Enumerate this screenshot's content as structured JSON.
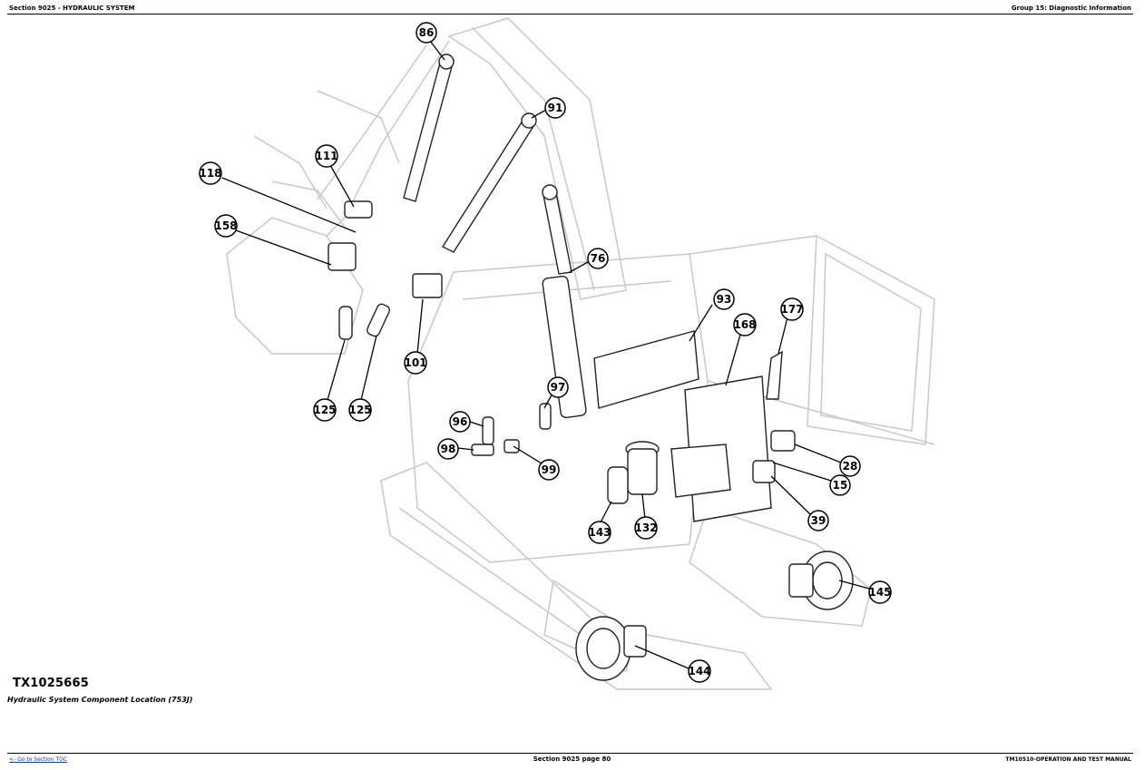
{
  "header": {
    "left": "Section 9025 - HYDRAULIC SYSTEM",
    "right": "Group 15: Diagnostic Information"
  },
  "figure": {
    "id": "TX1025665",
    "caption": "Hydraulic System Component Location (753J)",
    "callouts": [
      "86",
      "91",
      "111",
      "118",
      "158",
      "76",
      "93",
      "168",
      "177",
      "101",
      "125",
      "125",
      "97",
      "96",
      "98",
      "99",
      "28",
      "15",
      "39",
      "143",
      "132",
      "145",
      "144"
    ]
  },
  "footer": {
    "link": "<- Go to Section TOC",
    "center": "Section 9025 page 80",
    "right": "TM10510-OPERATION AND TEST MANUAL"
  }
}
